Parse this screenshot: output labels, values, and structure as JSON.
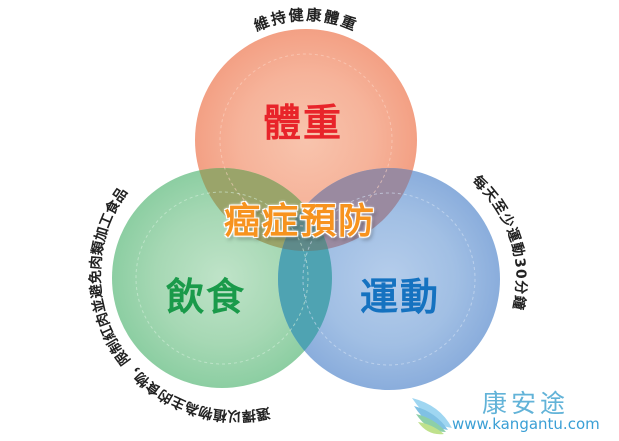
{
  "diagram": {
    "type": "venn",
    "title": "癌症預防",
    "center_label": "癌症預防",
    "circles": [
      {
        "id": "weight",
        "label": "體重",
        "caption": "維持健康體重",
        "fill": "#f4a387",
        "text_color": "#e8242a"
      },
      {
        "id": "diet",
        "label": "飲食",
        "caption": "選擇以植物為主的食物，限制紅肉並避免肉類加工食品",
        "fill": "#8fcfa4",
        "text_color": "#1a9a4a"
      },
      {
        "id": "exercise",
        "label": "運動",
        "caption": "每天至少運動30分鐘",
        "fill": "#8eb0dd",
        "text_color": "#1572c0"
      }
    ],
    "center_color": "#f7931e"
  },
  "watermark": {
    "name": "康安途",
    "url": "www.kangantu.com"
  }
}
